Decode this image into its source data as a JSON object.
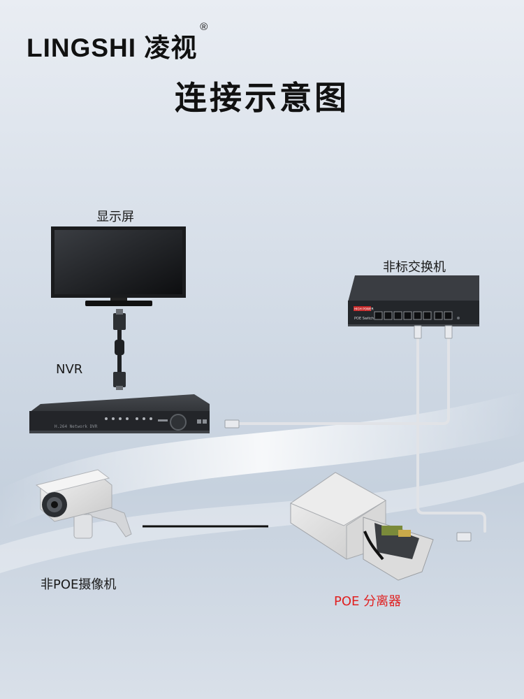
{
  "brand": {
    "name": "LINGSHI 凌视",
    "registered": "®"
  },
  "title": "连接示意图",
  "devices": {
    "monitor": {
      "label": "显示屏"
    },
    "nvr": {
      "label": "NVR",
      "panel_text": "H.264 Network DVR"
    },
    "switch": {
      "label": "非标交换机",
      "badge": "HIGH POWER",
      "model": "POE Switch"
    },
    "camera": {
      "label": "非POE摄像机"
    },
    "splitter": {
      "label": "POE 分离器"
    }
  },
  "colors": {
    "splitter_label": "#e02020",
    "cable": "#e3e5e9",
    "device_dark": "#2a2d31"
  }
}
